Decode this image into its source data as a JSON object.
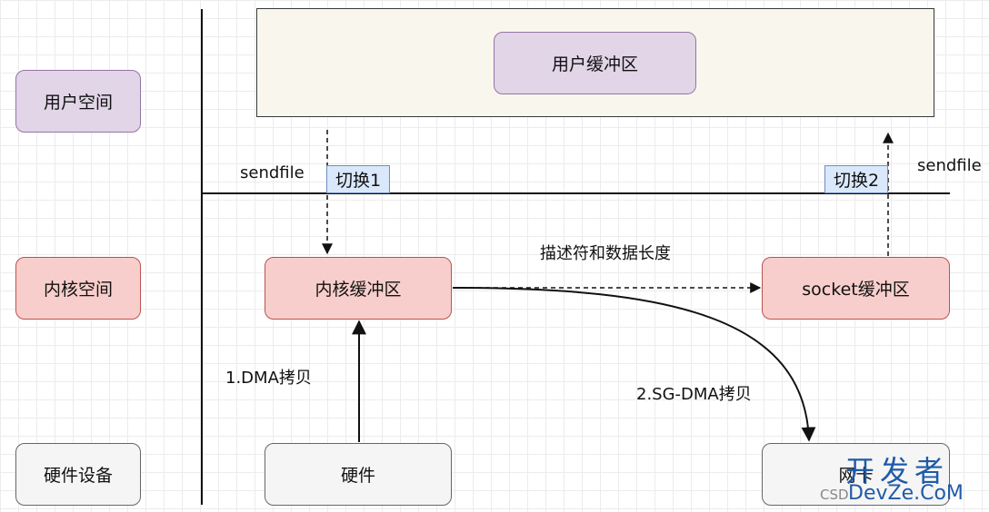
{
  "zones": {
    "user": "用户空间",
    "kernel": "内核空间",
    "hardware": "硬件设备"
  },
  "nodes": {
    "user_buffer": "用户缓冲区",
    "kernel_buffer": "内核缓冲区",
    "socket_buffer": "socket缓冲区",
    "hardware": "硬件",
    "nic": "网卡"
  },
  "switch_tags": {
    "switch1": "切换1",
    "switch2": "切换2"
  },
  "labels": {
    "sendfile_left": "sendfile",
    "sendfile_right": "sendfile",
    "descriptor": "描述符和数据长度",
    "dma_copy": "1.DMA拷贝",
    "sg_dma_copy": "2.SG-DMA拷贝"
  },
  "watermark": {
    "brand_cn": "开发者",
    "brand_en": "DevZe.CoM",
    "csdn": "CSD"
  },
  "colors": {
    "purple_fill": "#e1d5e7",
    "purple_border": "#9673a6",
    "red_fill": "#f8cecc",
    "red_border": "#b85450",
    "gray_fill": "#f5f5f5",
    "gray_border": "#666666",
    "tag_fill": "#dae8fc",
    "tag_border": "#6c8ebf",
    "user_area_fill": "#f9f7ed"
  }
}
